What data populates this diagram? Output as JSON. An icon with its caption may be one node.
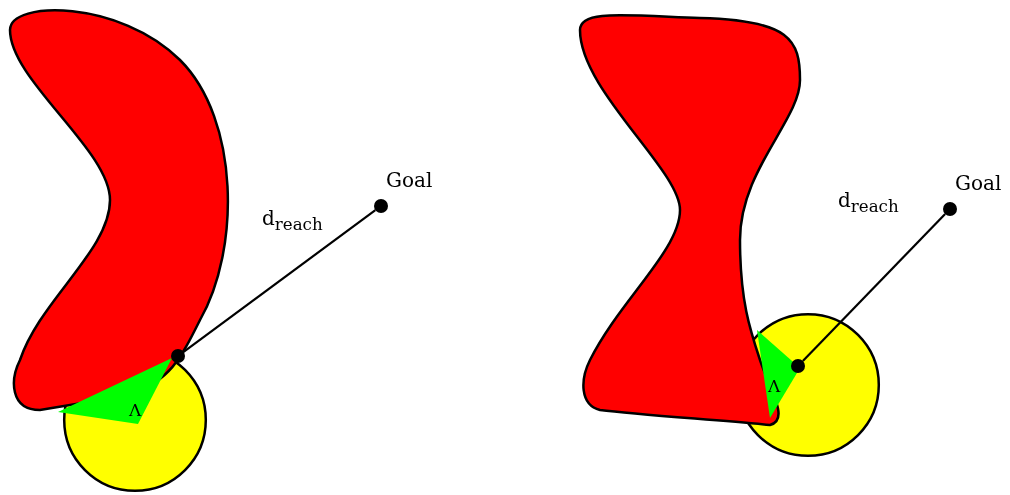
{
  "diagram": {
    "nodes": [
      {
        "text": [],
        "shape": "circle"
      },
      {
        "text": [
          "Λ"
        ],
        "in": 0
      },
      {
        "text": [],
        "shape": "circle"
      },
      {
        "text": [],
        "shape": "circle",
        "beside": [
          "Goal"
        ]
      },
      {
        "text": [],
        "shape": "circle"
      },
      {
        "text": [
          "Λ"
        ],
        "in": 4
      },
      {
        "text": [],
        "shape": "circle",
        "in": 4
      },
      {
        "text": [],
        "shape": "circle",
        "beside": [
          "Goal"
        ]
      }
    ],
    "edges": [
      {
        "from": 2,
        "to": 3,
        "arrow": "none",
        "label": "d$_{reach}$"
      },
      {
        "from": 6,
        "to": 7,
        "arrow": "none",
        "label": "d$_{reach}$"
      }
    ]
  }
}
